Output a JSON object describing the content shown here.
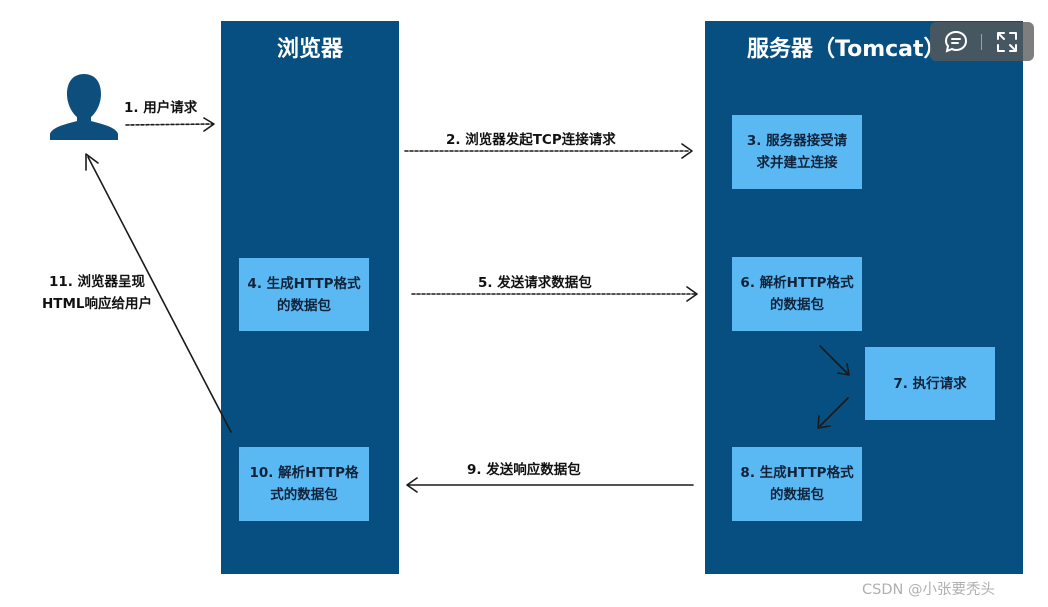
{
  "diagram": {
    "lanes": {
      "browser_title": "浏览器",
      "server_title": "服务器（Tomcat）"
    },
    "steps": {
      "s1": "1. 用户请求",
      "s2": "2. 浏览器发起TCP连接请求",
      "s3_line1": "3. 服务器接受请",
      "s3_line2": "求并建立连接",
      "s4_line1": "4. 生成HTTP格式",
      "s4_line2": "的数据包",
      "s5": "5. 发送请求数据包",
      "s6_line1": "6. 解析HTTP格式",
      "s6_line2": "的数据包",
      "s7": "7. 执行请求",
      "s8_line1": "8. 生成HTTP格式",
      "s8_line2": "的数据包",
      "s9": "9. 发送响应数据包",
      "s10_line1": "10. 解析HTTP格",
      "s10_line2": "式的数据包",
      "s11_line1": "11. 浏览器呈现",
      "s11_line2": "HTML响应给用户"
    }
  },
  "toolbar": {
    "comment_icon": "speech-bubble-icon",
    "fullscreen_icon": "expand-icon"
  },
  "watermark": "CSDN @小张要秃头",
  "colors": {
    "lane": "#064f80",
    "box": "#5ab8f3",
    "user": "#0e4e7d"
  }
}
